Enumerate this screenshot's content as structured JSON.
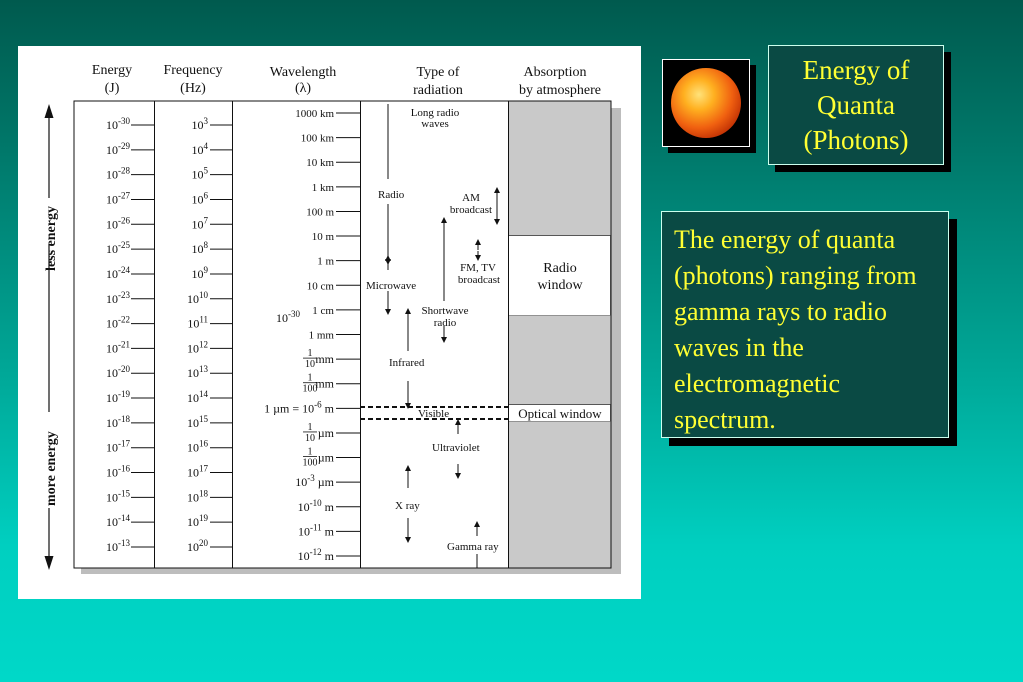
{
  "title": "Energy of Quanta (Photons)",
  "description": "The energy of quanta (photons) ranging from gamma rays to radio waves in the electromagnetic spectrum.",
  "image": {
    "icon": "sun-image"
  },
  "chart": {
    "headers": {
      "energy": [
        "Energy",
        "(J)"
      ],
      "frequency": [
        "Frequency",
        "(Hz)"
      ],
      "wavelength": [
        "Wavelength",
        "(λ)"
      ],
      "type": [
        "Type of",
        "radiation"
      ],
      "absorption": [
        "Absorption",
        "by atmosphere"
      ]
    },
    "side_labels": {
      "top": "less energy",
      "bottom": "more energy"
    },
    "energy_ticks": [
      {
        "base": "10",
        "exp": "-30"
      },
      {
        "base": "10",
        "exp": "-29"
      },
      {
        "base": "10",
        "exp": "-28"
      },
      {
        "base": "10",
        "exp": "-27"
      },
      {
        "base": "10",
        "exp": "-26"
      },
      {
        "base": "10",
        "exp": "-25"
      },
      {
        "base": "10",
        "exp": "-24"
      },
      {
        "base": "10",
        "exp": "-23"
      },
      {
        "base": "10",
        "exp": "-22"
      },
      {
        "base": "10",
        "exp": "-21"
      },
      {
        "base": "10",
        "exp": "-20"
      },
      {
        "base": "10",
        "exp": "-19"
      },
      {
        "base": "10",
        "exp": "-18"
      },
      {
        "base": "10",
        "exp": "-17"
      },
      {
        "base": "10",
        "exp": "-16"
      },
      {
        "base": "10",
        "exp": "-15"
      },
      {
        "base": "10",
        "exp": "-14"
      },
      {
        "base": "10",
        "exp": "-13"
      }
    ],
    "frequency_ticks": [
      {
        "base": "10",
        "exp": "3"
      },
      {
        "base": "10",
        "exp": "4"
      },
      {
        "base": "10",
        "exp": "5"
      },
      {
        "base": "10",
        "exp": "6"
      },
      {
        "base": "10",
        "exp": "7"
      },
      {
        "base": "10",
        "exp": "8"
      },
      {
        "base": "10",
        "exp": "9"
      },
      {
        "base": "10",
        "exp": "10"
      },
      {
        "base": "10",
        "exp": "11"
      },
      {
        "base": "10",
        "exp": "12"
      },
      {
        "base": "10",
        "exp": "13"
      },
      {
        "base": "10",
        "exp": "14"
      },
      {
        "base": "10",
        "exp": "15"
      },
      {
        "base": "10",
        "exp": "16"
      },
      {
        "base": "10",
        "exp": "17"
      },
      {
        "base": "10",
        "exp": "18"
      },
      {
        "base": "10",
        "exp": "19"
      },
      {
        "base": "10",
        "exp": "20"
      }
    ],
    "wavelength_ticks": [
      {
        "text": "1000 km"
      },
      {
        "text": "100 km"
      },
      {
        "text": "10 km"
      },
      {
        "text": "1 km"
      },
      {
        "text": "100 m"
      },
      {
        "text": "10 m"
      },
      {
        "text": "1 m"
      },
      {
        "text": "10 cm"
      },
      {
        "text": "1 cm"
      },
      {
        "text": "1 mm"
      },
      {
        "num": "1",
        "den": "10",
        "unit": "mm"
      },
      {
        "num": "1",
        "den": "100",
        "unit": "mm"
      },
      {
        "text": "1 µm = 10",
        "exp": "-6",
        "unit": " m"
      },
      {
        "num": "1",
        "den": "10",
        "unit": "µm"
      },
      {
        "num": "1",
        "den": "100",
        "unit": "µm"
      },
      {
        "text": "10",
        "exp": "-3",
        "unit": " µm"
      },
      {
        "text": "10",
        "exp": "-10",
        "unit": " m"
      },
      {
        "text": "10",
        "exp": "-11",
        "unit": " m"
      },
      {
        "text": "10",
        "exp": "-12",
        "unit": " m"
      }
    ],
    "stray_label": {
      "base": "10",
      "exp": "-30"
    },
    "radiation_labels": {
      "long_radio": [
        "Long radio",
        "waves"
      ],
      "radio": "Radio",
      "am": [
        "AM",
        "broadcast"
      ],
      "fm": [
        "FM, TV",
        "broadcast"
      ],
      "microwave": "Microwave",
      "shortwave": [
        "Shortwave",
        "radio"
      ],
      "infrared": "Infrared",
      "visible": "Visible",
      "ultraviolet": "Ultraviolet",
      "xray": "X ray",
      "gamma": "Gamma ray"
    },
    "absorption_labels": {
      "radio_window": [
        "Radio",
        "window"
      ],
      "optical_window": "Optical window"
    }
  }
}
